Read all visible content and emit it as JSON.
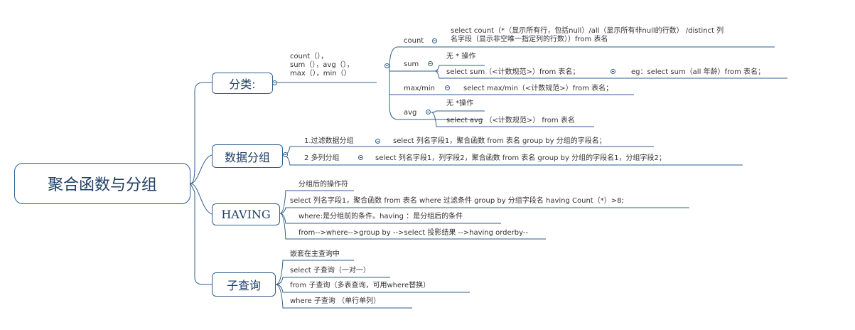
{
  "root": "聚合函数与分组",
  "classify": {
    "title": "分类:",
    "funcs": [
      "count（），",
      "sum（），avg（），",
      "max（），min（）"
    ],
    "count": {
      "label": "count",
      "detail_1": "select count（*（显示所有行，包括null）/all（显示所有非null的行数） /distinct 列",
      "detail_2": "名字段（显示非空唯一指定列的行数））from 表名"
    },
    "sum": {
      "label": "sum",
      "items": [
        "无 * 操作",
        "select sum（<计数规范>）from 表名；"
      ],
      "eg": "eg：select sum（all 年龄）from 表名；"
    },
    "maxmin": {
      "label": "max/min",
      "detail": "select max/min（<计数规范>）from 表名；"
    },
    "avg": {
      "label": "avg",
      "items": [
        "无 *操作",
        "select avg （<计数规范>） from 表名"
      ]
    }
  },
  "group": {
    "title": "数据分组",
    "rows": [
      {
        "label": "1.过滤数据分组",
        "detail": "select 列名字段1，聚合函数 from 表名 group by 分组的字段名；"
      },
      {
        "label": "2 多列分组",
        "detail": "select 列名字段1，列字段2，聚合函数 from 表名 group by 分组的字段名1，分组字段2；"
      }
    ]
  },
  "having": {
    "title": "HAVING",
    "items": [
      "分组后的操作符",
      "select 列名字段1，聚合函数 from 表名 where 过滤条件 group by 分组字段名 having Count（*）>8;",
      "where:是分组前的条件。having ：是分组后的条件",
      "from-->where-->group by -->select 投影结果 -->having orderby--"
    ]
  },
  "subquery": {
    "title": "子查询",
    "items": [
      "嵌套在主查询中",
      "select 子查询（一对一）",
      "from 子查询（多表查询，可用where替换）",
      "where 子查询 （单行单列）"
    ]
  }
}
